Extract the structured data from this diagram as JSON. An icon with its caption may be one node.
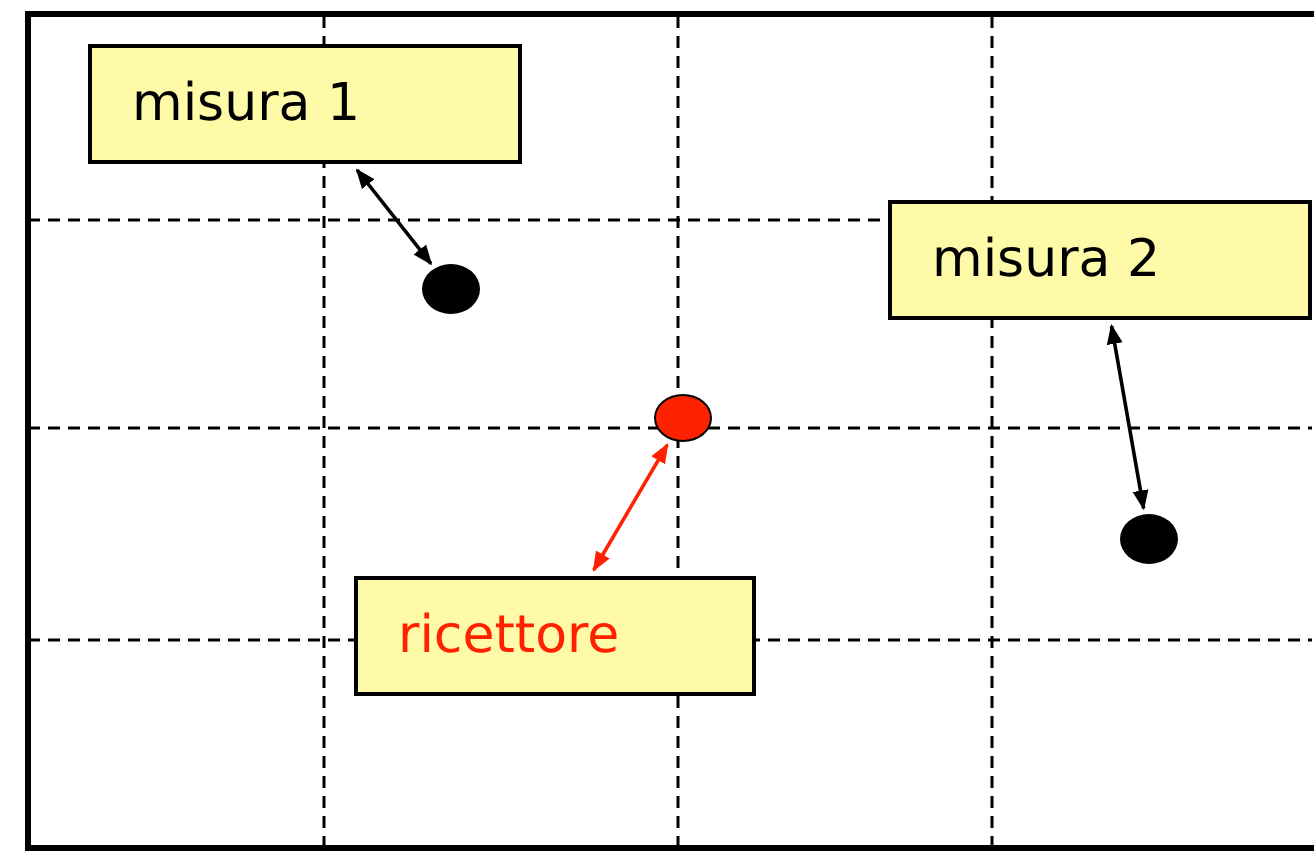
{
  "diagram": {
    "nodes": [
      {
        "text": [
          "misura 1"
        ]
      },
      {
        "text": [
          "misura 2"
        ]
      },
      {
        "text": [],
        "shape": "circle"
      },
      {
        "text": [],
        "shape": "circle"
      },
      {
        "text": [],
        "shape": "circle"
      },
      {
        "text": [
          "ricettore"
        ]
      }
    ],
    "edges": [
      {
        "from": 0,
        "to": 2,
        "arrow": "both"
      },
      {
        "from": 1,
        "to": 4,
        "arrow": "both"
      },
      {
        "from": 3,
        "to": 5,
        "arrow": "both",
        "color": "#ff2200"
      }
    ]
  }
}
